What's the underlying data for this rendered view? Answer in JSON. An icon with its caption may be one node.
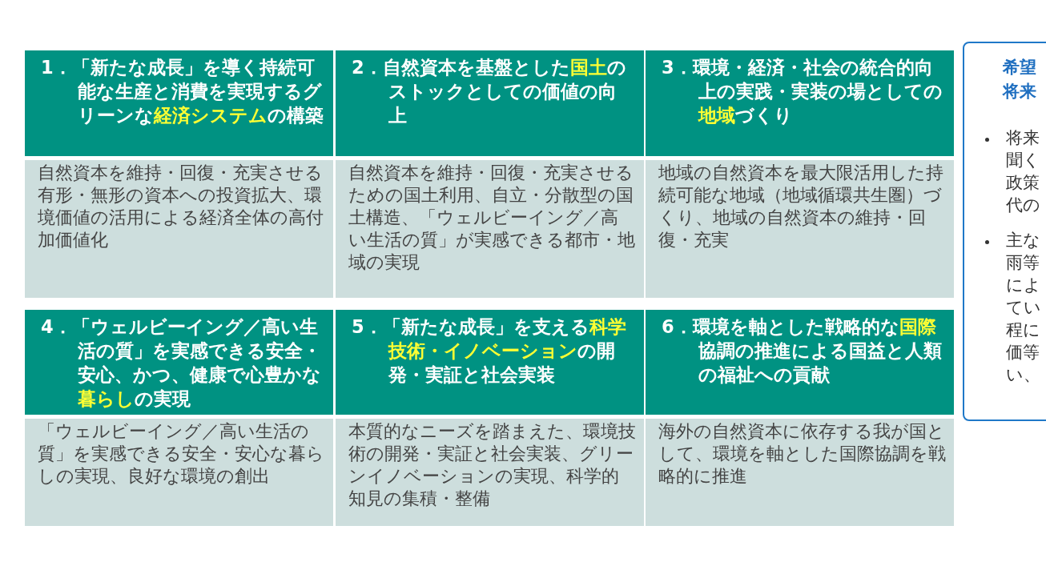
{
  "diagram": {
    "nodes": [
      {
        "text": [
          "1．「新たな成長」を導く持続可能な生産と消費を実現するグリーンな**経済システム**の構築",
          "自然資本を維持・回復・充実させる有形・無形の資本への投資拡大、環境価値の活用による経済全体の高付加価値化"
        ]
      },
      {
        "text": [
          "2．自然資本を基盤とした**国土**のストックとしての価値の向上",
          "自然資本を維持・回復・充実させるための国土利用、自立・分散型の国土構造、「ウェルビーイング／高い生活の質」が実感できる都市・地域の実現"
        ]
      },
      {
        "text": [
          "3．環境・経済・社会の統合的向上の実践・実装の場としての**地域**づくり",
          "地域の自然資本を最大限活用した持続可能な地域（地域循環共生圏）づくり、地域の自然資本の維持・回復・充実"
        ]
      },
      {
        "text": [
          "4．「ウェルビーイング／高い生活の質」を実感できる安全・安心、かつ、健康で心豊かな**暮らし**の実現",
          "「ウェルビーイング／高い生活の質」を実感できる安全・安心な暮らしの実現、良好な環境の創出"
        ]
      },
      {
        "text": [
          "5．「新たな成長」を支える**科学技術・イノベーション**の開発・実証と社会実装",
          "本質的なニーズを踏まえた、環境技術の開発・実証と社会実装、グリーンイノベーションの実現、科学的知見の集積・整備"
        ]
      },
      {
        "text": [
          "6．環境を軸とした戦略的な**国際**協調の推進による国益と人類の福祉への貢献",
          "海外の自然資本に依存する我が国として、環境を軸とした国際協調を戦略的に推進"
        ]
      },
      {
        "text": [
          "希望",
          "将来",
          "将来",
          "聞く",
          "政策",
          "代の",
          "主な",
          "雨等",
          "によ",
          "てい",
          "程に",
          "価等",
          "い、"
        ]
      }
    ]
  }
}
